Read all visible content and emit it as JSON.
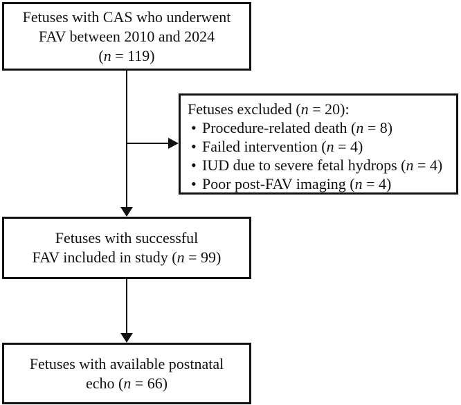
{
  "figure": {
    "type": "flowchart",
    "background": "#ffffff",
    "ink_color": "#111111",
    "bullet_char": "•",
    "boxes": {
      "cohort": {
        "lines": [
          "Fetuses with CAS who underwent",
          "FAV between 2010 and 2024",
          "(n = 119)"
        ]
      },
      "excluded": {
        "title": "Fetuses excluded (n = 20):",
        "bullets": [
          "Procedure-related death (n = 8)",
          "Failed intervention (n = 4)",
          "IUD due to severe fetal hydrops (n = 4)",
          "Poor post-FAV imaging (n = 4)"
        ]
      },
      "included": {
        "lines": [
          "Fetuses with successful",
          "FAV included in study (n = 99)"
        ]
      },
      "postnatal": {
        "lines": [
          "Fetuses with available postnatal",
          "echo (n = 66)"
        ]
      }
    }
  }
}
